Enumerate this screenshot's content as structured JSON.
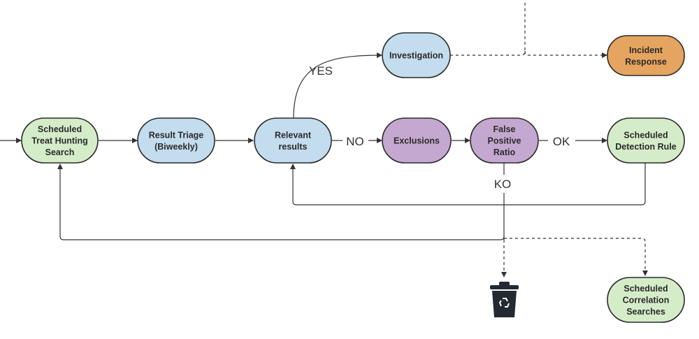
{
  "colors": {
    "green": "#d5ecc9",
    "blue": "#c3dcee",
    "purple": "#c4a8cf",
    "orange": "#e5a45f",
    "edge": "#333333",
    "trash": "#232a31"
  },
  "nodes": {
    "scheduled_search": {
      "lines": [
        "Scheduled",
        "Treat Hunting",
        "Search"
      ]
    },
    "result_triage": {
      "lines": [
        "Result Triage",
        "(Biweekly)"
      ]
    },
    "relevant_results": {
      "lines": [
        "Relevant",
        "results"
      ]
    },
    "investigation": {
      "lines": [
        "Investigation"
      ]
    },
    "incident_response": {
      "lines": [
        "Incident",
        "Response"
      ]
    },
    "exclusions": {
      "lines": [
        "Exclusions"
      ]
    },
    "false_positive_ratio": {
      "lines": [
        "False",
        "Positive",
        "Ratio"
      ]
    },
    "scheduled_detection_rule": {
      "lines": [
        "Scheduled",
        "Detection Rule"
      ]
    },
    "scheduled_correlation_searches": {
      "lines": [
        "Scheduled",
        "Correlation",
        "Searches"
      ]
    }
  },
  "edge_labels": {
    "yes": "YES",
    "no": "NO",
    "ok": "OK",
    "ko": "KO"
  },
  "icons": {
    "discard": "trash-bin-icon"
  }
}
